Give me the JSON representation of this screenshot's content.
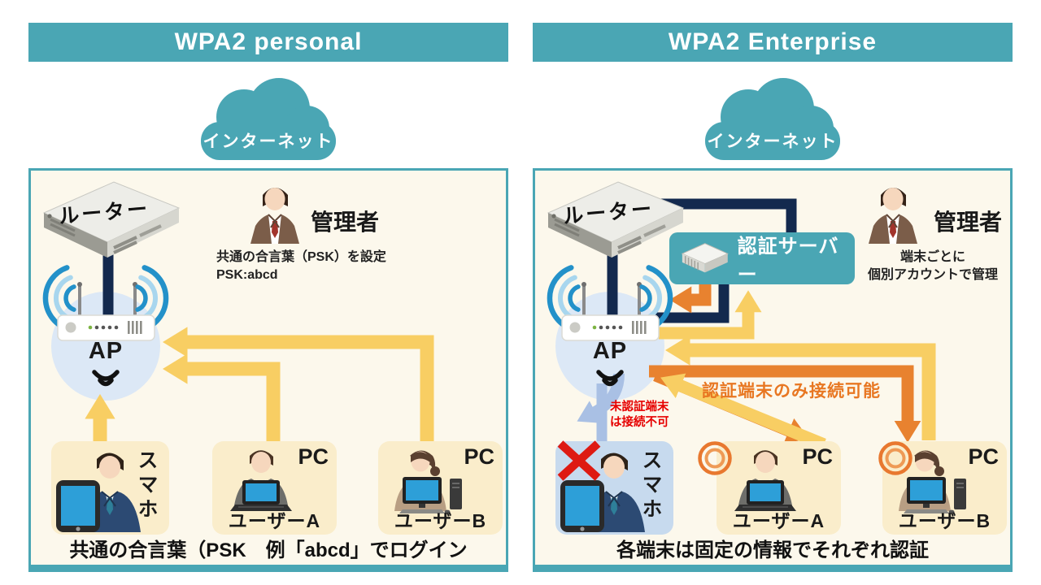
{
  "left": {
    "title": "WPA2 personal",
    "cloud": "インターネット",
    "router": "ルーター",
    "admin": {
      "label": "管理者",
      "note1": "共通の合言葉（PSK）を設定",
      "note2": "PSK:abcd"
    },
    "ap": "AP",
    "smartphone": {
      "label": "スマホ"
    },
    "user_a": {
      "device": "PC",
      "name": "ユーザーA"
    },
    "user_b": {
      "device": "PC",
      "name": "ユーザーB"
    },
    "caption": "共通の合言葉（PSK　例「abcd」でログイン"
  },
  "right": {
    "title": "WPA2 Enterprise",
    "cloud": "インターネット",
    "router": "ルーター",
    "admin": {
      "label": "管理者",
      "note1": "端末ごとに",
      "note2": "個別アカウントで管理"
    },
    "auth_server": "認証サーバー",
    "ap": "AP",
    "allowed_note": "認証端末のみ接続可能",
    "denied_note1": "未認証端末",
    "denied_note2": "は接続不可",
    "smartphone": {
      "label": "スマホ"
    },
    "user_a": {
      "device": "PC",
      "name": "ユーザーA"
    },
    "user_b": {
      "device": "PC",
      "name": "ユーザーB"
    },
    "caption": "各端末は固定の情報でそれぞれ認証"
  },
  "colors": {
    "teal": "#4AA6B4",
    "panel_bg": "#FCF8EC",
    "navy": "#13294E",
    "yellow_arrow": "#F8CE63",
    "orange_arrow": "#E8822F",
    "orange_text": "#E87722",
    "light_blue_arrow": "#A9C0E4",
    "red": "#E11B1B",
    "device_box_yellow": "#FAEDCB",
    "device_box_blue": "#C7DAEE",
    "ap_circle": "#DCE8F6",
    "screen_blue": "#2D9FD8"
  }
}
